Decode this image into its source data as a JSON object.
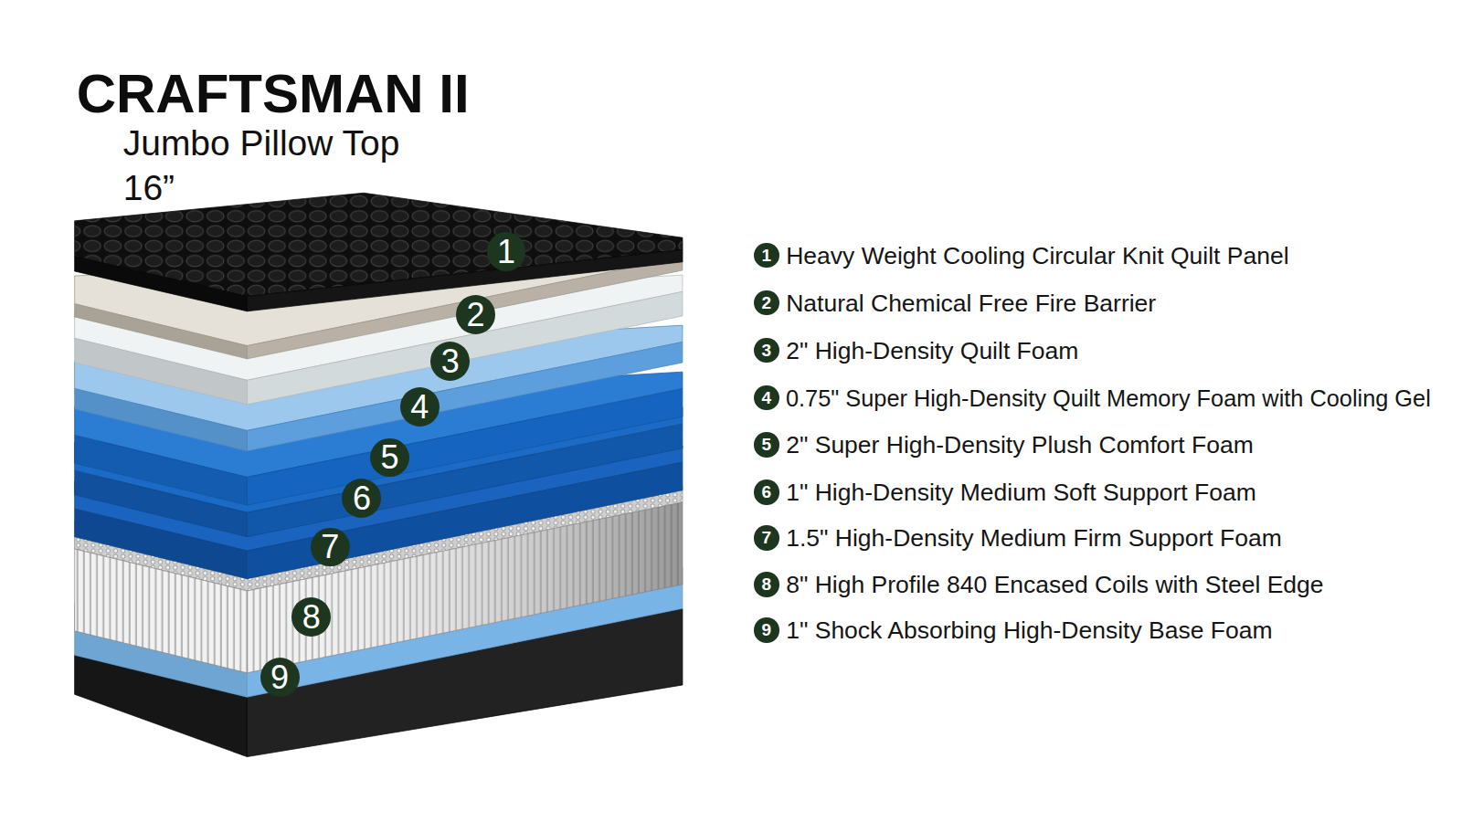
{
  "diagram": {
    "title": "CRAFTSMAN II",
    "labels": [
      "Jumbo Pillow Top",
      "16”",
      "1",
      "2",
      "3",
      "4",
      "5",
      "6",
      "7",
      "8",
      "9",
      "1",
      "Heavy Weight Cooling Circular Knit Quilt Panel",
      "2",
      "Natural Chemical Free Fire Barrier",
      "3",
      "2\" High-Density Quilt Foam",
      "4",
      "0.75\" Super High-Density Quilt Memory Foam with Cooling Gel",
      "5",
      "2\" Super High-Density Plush Comfort Foam",
      "6",
      "1\" High-Density Medium Soft Support Foam",
      "7",
      "1.5\" High-Density Medium Firm Support Foam",
      "8",
      "8\" High Profile 840 Encased Coils with Steel Edge",
      "9",
      "1\" Shock Absorbing High-Density Base Foam"
    ]
  }
}
